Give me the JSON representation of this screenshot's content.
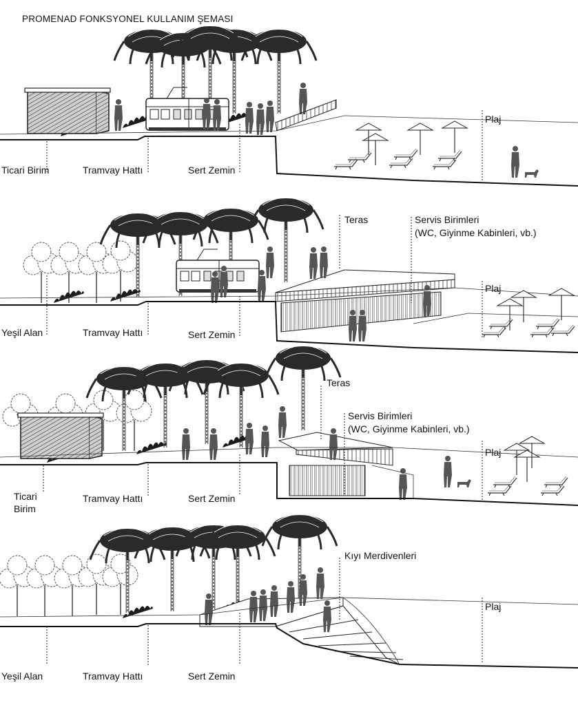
{
  "title": "PROMENAD FONKSYONEL KULLANIM ŞEMASI",
  "sections": [
    {
      "labels": {
        "commercial": "Ticari Birim",
        "tram": "Tramvay Hattı",
        "hard": "Sert Zemin",
        "beach": "Plaj"
      }
    },
    {
      "labels": {
        "green": "Yeşil Alan",
        "tram": "Tramvay Hattı",
        "hard": "Sert Zemin",
        "terrace": "Teras",
        "service1": "Servis Birimleri",
        "service2": "(WC, Giyinme Kabinleri, vb.)",
        "beach": "Plaj"
      }
    },
    {
      "labels": {
        "commercial1": "Ticari",
        "commercial2": "Birim",
        "tram": "Tramvay Hattı",
        "hard": "Sert Zemin",
        "terrace": "Teras",
        "service1": "Servis Birimleri",
        "service2": "(WC, Giyinme Kabinleri, vb.)",
        "beach": "Plaj"
      }
    },
    {
      "labels": {
        "green": "Yeşil Alan",
        "tram": "Tramvay Hattı",
        "hard": "Sert Zemin",
        "stairs": "Kıyı Merdivenleri",
        "beach": "Plaj"
      }
    }
  ]
}
